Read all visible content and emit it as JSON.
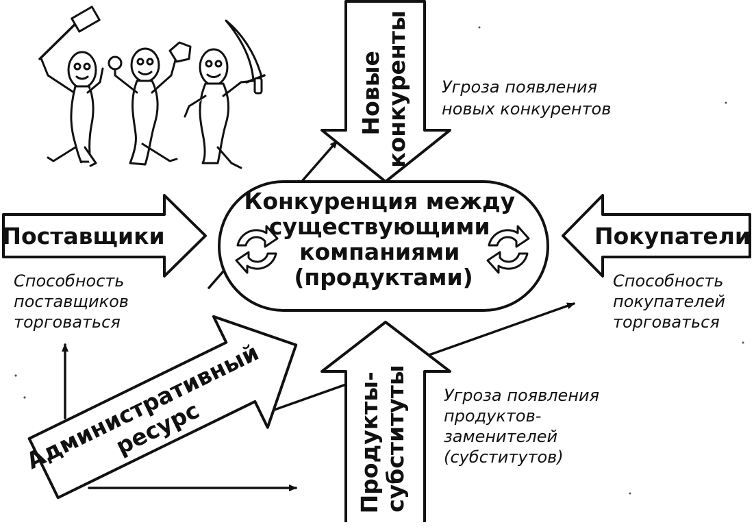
{
  "center": {
    "lines": [
      "Конкуренция между",
      "существующими",
      "компаниями",
      "(продуктами)"
    ]
  },
  "forces": {
    "new_entrants": {
      "label_lines": [
        "Новые",
        "конкуренты"
      ],
      "caption_lines": [
        "Угроза появления",
        "новых конкурентов"
      ]
    },
    "suppliers": {
      "label": "Поставщики",
      "caption_lines": [
        "Способность",
        "поставщиков",
        "торговаться"
      ]
    },
    "buyers": {
      "label": "Покупатели",
      "caption_lines": [
        "Способность",
        "покупателей",
        "торговаться"
      ]
    },
    "substitutes": {
      "label_lines": [
        "Продукты-",
        "субституты"
      ],
      "caption_lines": [
        "Угроза появления",
        "продуктов-",
        "заменителей",
        "(субститутов)"
      ]
    },
    "admin_resource": {
      "label_lines": [
        "Административный",
        "ресурс"
      ]
    }
  },
  "colors": {
    "ink": "#111111",
    "paper": "#ffffff"
  },
  "icons": [
    "cycle-arrows-icon",
    "hammer-icon",
    "rock-icon",
    "sword-icon"
  ]
}
